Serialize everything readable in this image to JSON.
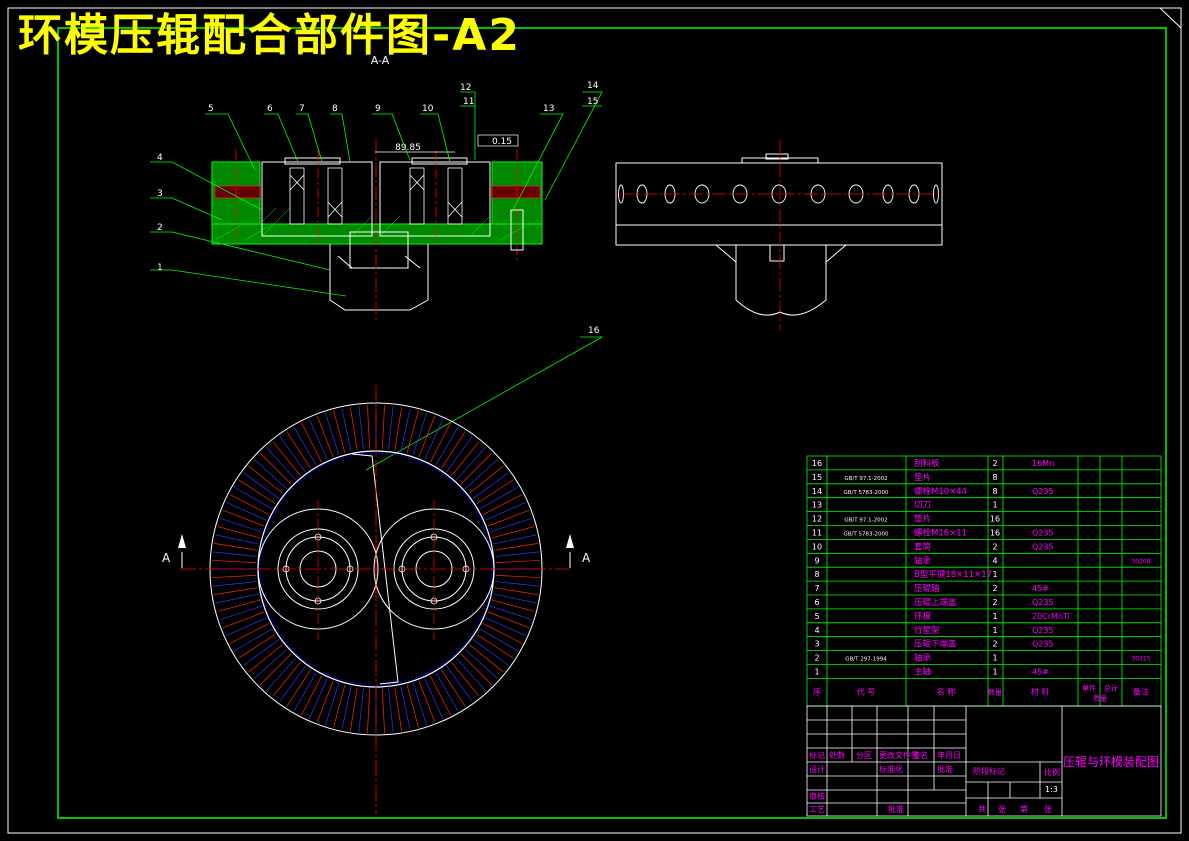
{
  "title": "环模压辊配合部件图-A2",
  "section_label": "A-A",
  "section_marker": "A",
  "dimensions": {
    "span": "89.85",
    "tolerance": "0.15"
  },
  "balloons": [
    "1",
    "2",
    "3",
    "4",
    "5",
    "6",
    "7",
    "8",
    "9",
    "10",
    "11",
    "12",
    "13",
    "14",
    "15",
    "16"
  ],
  "colors": {
    "frame": "#00ff00",
    "drawing": "#ffffff",
    "center": "#ff0000",
    "hatch": "#00ff00",
    "text_magenta": "#ff00ff",
    "blue": "#3333ff",
    "title": "#ffff00"
  },
  "parts_list": {
    "rows": [
      {
        "no": "16",
        "std": "",
        "name": "刮料板",
        "qty": "2",
        "material": "16Mn",
        "note": ""
      },
      {
        "no": "15",
        "std": "GB/T 97.1-2002",
        "name": "垫片",
        "qty": "8",
        "material": "",
        "note": ""
      },
      {
        "no": "14",
        "std": "GB/T 5783-2000",
        "name": "螺栓M10×44",
        "qty": "8",
        "material": "Q235",
        "note": ""
      },
      {
        "no": "13",
        "std": "",
        "name": "切刀",
        "qty": "1",
        "material": "",
        "note": ""
      },
      {
        "no": "12",
        "std": "GB/T 97.1-2002",
        "name": "垫片",
        "qty": "16",
        "material": "",
        "note": ""
      },
      {
        "no": "11",
        "std": "GB/T 5783-2000",
        "name": "螺栓M16×11",
        "qty": "16",
        "material": "Q235",
        "note": ""
      },
      {
        "no": "10",
        "std": "",
        "name": "套筒",
        "qty": "2",
        "material": "Q235",
        "note": ""
      },
      {
        "no": "9",
        "std": "",
        "name": "轴承",
        "qty": "4",
        "material": "",
        "note": "30208"
      },
      {
        "no": "8",
        "std": "",
        "name": "B型平键18×11×17",
        "qty": "1",
        "material": "",
        "note": ""
      },
      {
        "no": "7",
        "std": "",
        "name": "压辊轴",
        "qty": "2",
        "material": "45#",
        "note": ""
      },
      {
        "no": "6",
        "std": "",
        "name": "压辊上端盖",
        "qty": "2",
        "material": "Q235",
        "note": ""
      },
      {
        "no": "5",
        "std": "",
        "name": "环模",
        "qty": "1",
        "material": "20CrMnTi",
        "note": ""
      },
      {
        "no": "4",
        "std": "",
        "name": "行星架",
        "qty": "1",
        "material": "Q235",
        "note": ""
      },
      {
        "no": "3",
        "std": "",
        "name": "压辊下端盖",
        "qty": "2",
        "material": "Q235",
        "note": ""
      },
      {
        "no": "2",
        "std": "GB/T 297-1994",
        "name": "轴承",
        "qty": "1",
        "material": "",
        "note": "30215"
      },
      {
        "no": "1",
        "std": "",
        "name": "主轴",
        "qty": "1",
        "material": "45#",
        "note": ""
      }
    ],
    "header": {
      "no": "序",
      "std": "代 号",
      "name": "名 称",
      "qty": "数量",
      "material": "材 料",
      "unit_mass": "单件",
      "total_mass": "总计",
      "mass": "质量",
      "note": "备注"
    }
  },
  "title_block": {
    "drawing_name": "压辊与环模装配图",
    "scale_label": "比例",
    "scale": "1:3",
    "stage_label": "阶段标记",
    "row_labels": [
      "标记",
      "处数",
      "分区",
      "更改文件号",
      "签名",
      "年月日"
    ],
    "design": "设计",
    "standardize": "标准化",
    "approve": "批准",
    "check": "审核",
    "process": "工艺",
    "bottom": [
      "共",
      "张",
      "第",
      "张"
    ]
  }
}
